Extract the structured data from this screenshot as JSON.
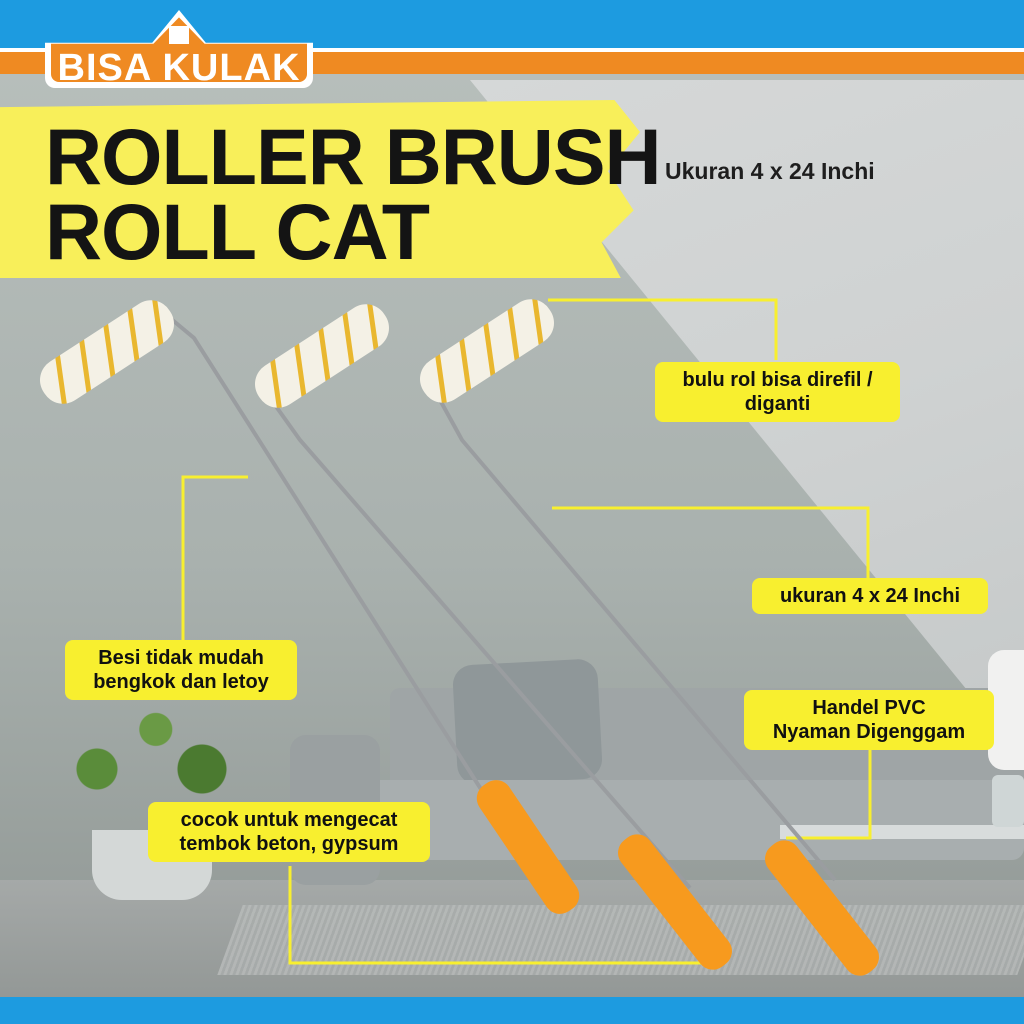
{
  "brand": {
    "name": "BISA KULAK"
  },
  "title": {
    "line1": "ROLLER BRUSH",
    "line2": "ROLL CAT"
  },
  "subtitle": "Ukuran 4 x 24 Inchi",
  "callouts": {
    "refill": {
      "line1": "bulu rol bisa direfil /",
      "line2": "diganti"
    },
    "size": {
      "line1": "ukuran 4 x 24 Inchi"
    },
    "steel": {
      "line1": "Besi tidak mudah",
      "line2": "bengkok dan letoy"
    },
    "handle": {
      "line1": "Handel PVC",
      "line2": "Nyaman Digenggam"
    },
    "surface": {
      "line1": "cocok untuk mengecat",
      "line2": "tembok beton, gypsum"
    }
  },
  "colors": {
    "accent_yellow": "#f8ef2f",
    "brand_orange": "#ef8a22",
    "brand_blue": "#1d9be0",
    "handle_orange": "#f79a1e"
  }
}
